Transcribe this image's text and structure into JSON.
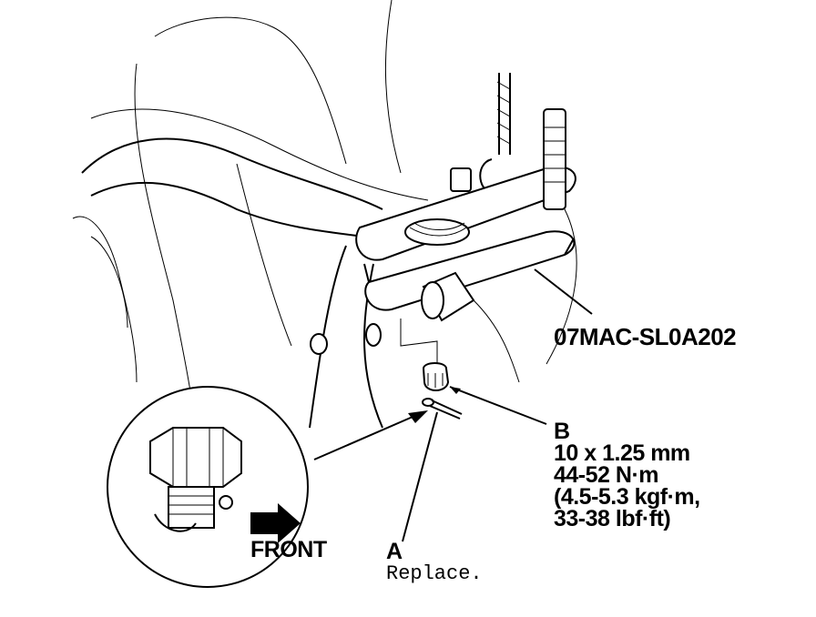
{
  "labels": {
    "tool_number": "07MAC-SL0A202",
    "b_letter": "B",
    "b_spec_size": "10 x 1.25 mm",
    "b_torque_nm": "44-52 N·m",
    "b_torque_kgf": "(4.5-5.3 kgf·m,",
    "b_torque_lbf": "33-38 lbf·ft)",
    "a_letter": "A",
    "a_note": "Replace.",
    "front": "FRONT"
  },
  "colors": {
    "ink": "#000000",
    "background": "#ffffff"
  }
}
